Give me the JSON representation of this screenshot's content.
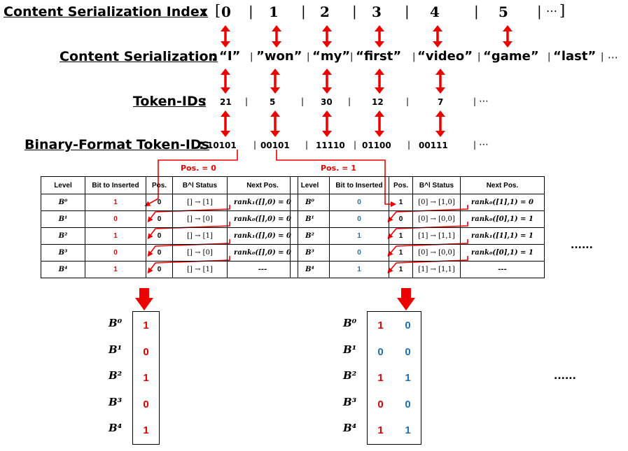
{
  "rows": {
    "index": {
      "label": "Content Serialization Index",
      "items": [
        "0",
        "1",
        "2",
        "3",
        "4",
        "5"
      ],
      "trail": "⋯"
    },
    "serialization": {
      "label": "Content Serialization",
      "items": [
        "“I”",
        "”won”",
        "“my”",
        "“first”",
        "“video”",
        "“game”",
        "“last”"
      ],
      "trail": "⋯"
    },
    "token_ids": {
      "label": "Token-IDs",
      "items": [
        "21",
        "5",
        "30",
        "12",
        "7"
      ],
      "trail": "⋯"
    },
    "binary": {
      "label": "Binary-Format Token-IDs",
      "items": [
        "10101",
        "00101",
        "11110",
        "01100",
        "00111"
      ],
      "trail": "⋯"
    }
  },
  "pos_labels": [
    "Pos. = 0",
    "Pos. = 1"
  ],
  "table_headers": [
    "Level",
    "Bit to Inserted",
    "Pos.",
    "B^l Status",
    "Next Pos."
  ],
  "levels": [
    "B⁰",
    "B¹",
    "B²",
    "B³",
    "B⁴"
  ],
  "tables": [
    {
      "rows": [
        {
          "bit": "1",
          "pos": "0",
          "status": "[] → [1]",
          "next": "rank₁([],0) = 0"
        },
        {
          "bit": "0",
          "pos": "0",
          "status": "[] → [0]",
          "next": "rank₀([],0) = 0"
        },
        {
          "bit": "1",
          "pos": "0",
          "status": "[] → [1]",
          "next": "rank₁([],0) = 0"
        },
        {
          "bit": "0",
          "pos": "0",
          "status": "[] → [0]",
          "next": "rank₀([],0) = 0"
        },
        {
          "bit": "1",
          "pos": "0",
          "status": "[] → [1]",
          "next": "---"
        }
      ]
    },
    {
      "rows": [
        {
          "bit": "0",
          "pos": "1",
          "status": "[0] → [1,0]",
          "next": "rank₀([1],1) = 0"
        },
        {
          "bit": "0",
          "pos": "0",
          "status": "[0] → [0,0]",
          "next": "rank₀([0],1) = 1"
        },
        {
          "bit": "1",
          "pos": "1",
          "status": "[1] → [1,1]",
          "next": "rank₁([1],1) = 1"
        },
        {
          "bit": "0",
          "pos": "1",
          "status": "[0] → [0,0]",
          "next": "rank₀([0],1) = 1"
        },
        {
          "bit": "1",
          "pos": "1",
          "status": "[1] → [1,1]",
          "next": "---"
        }
      ]
    }
  ],
  "bitvectors": [
    {
      "cols": [
        [
          "1",
          "0",
          "1",
          "0",
          "1"
        ]
      ]
    },
    {
      "cols": [
        [
          "1",
          "0",
          "1",
          "0",
          "1"
        ],
        [
          "0",
          "0",
          "1",
          "0",
          "1"
        ]
      ]
    }
  ],
  "continuation": "......",
  "colors": {
    "red": "#e00000",
    "blue": "#1a6fb5"
  }
}
